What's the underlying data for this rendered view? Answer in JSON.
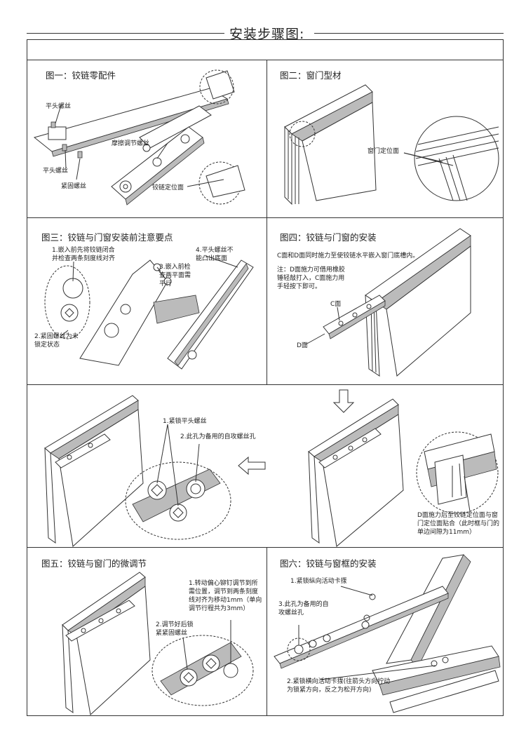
{
  "header": {
    "title": "安装步骤图:"
  },
  "panels": {
    "p1": {
      "title": "图一：铰链零配件",
      "labels": {
        "flat_screw_top": "平头螺丝",
        "friction_screw": "摩擦调节螺丝",
        "flat_screw_bottom": "平头螺丝",
        "fasten_screw": "紧固螺丝",
        "hinge_locate_face": "铰链定位面"
      }
    },
    "p2": {
      "title": "图二：窗门型材",
      "labels": {
        "window_locate_face": "窗门定位面"
      }
    },
    "p3": {
      "title": "图三：铰链与门窗安装前注意要点",
      "labels": {
        "note1": "1.嵌入前先将铰链闭合并检查两条刻度线对齐",
        "note2": "2.紧固螺丝为未锁定状态",
        "note3": "3.嵌入前检查两平面需平行",
        "note4": "4.平头螺丝不能凸出底面"
      }
    },
    "p4": {
      "title": "图四：铰链与门窗的安装",
      "labels": {
        "instr1": "C面和D面同时施力至使铰链水平嵌入窗门底槽内。",
        "instr2": "注：D面施力可借用橡胶锤轻敲打入，C面施力用手轻按下即可。",
        "face_c": "C面",
        "face_d": "D面"
      }
    },
    "p_mid_left": {
      "labels": {
        "lock_flat_screw": "1.紧锁平头螺丝",
        "spare_hole": "2.此孔为备用的自攻螺丝孔"
      }
    },
    "p_mid_right": {
      "labels": {
        "d_face_note": "D面施力后至铰链定位面与窗门定位面贴合（此时框与门的单边间隙为11mm）"
      }
    },
    "p5": {
      "title": "图五：铰链与窗门的微调节",
      "labels": {
        "rotate_note": "1.转动偏心铆钉调节到所需位置，调节到两条刻度线对齐为移动1mm（单向调节行程共为3mm）",
        "lock_after": "2.调节好后锁紧紧固螺丝"
      }
    },
    "p6": {
      "title": "图六：铰链与窗框的安装",
      "labels": {
        "lock_vertical": "1.紧锁纵向活动卡揼",
        "spare_hole": "3.此孔为备用的自攻螺丝孔",
        "lock_horizontal": "2.紧锁横向活动卡揼(往箭头方向拧动为锁紧方向，反之为松开方向)"
      }
    }
  },
  "icons": [
    "arrow-down-icon",
    "arrow-left-icon"
  ],
  "colors": {
    "ink": "#333333",
    "background": "#ffffff"
  }
}
